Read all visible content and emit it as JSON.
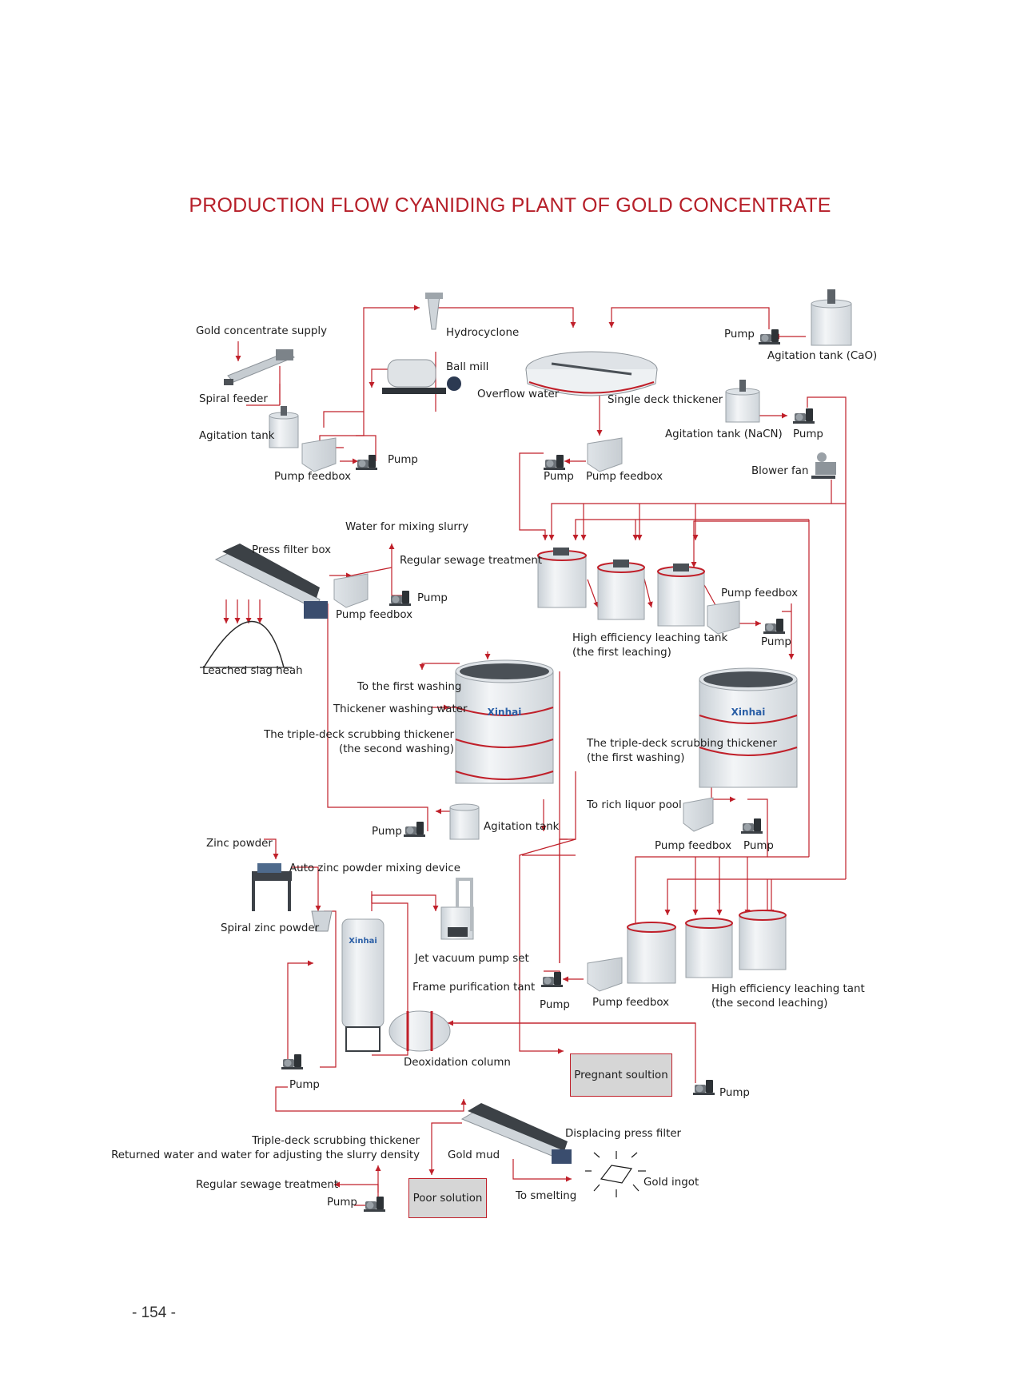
{
  "title": "PRODUCTION FLOW CYANIDING PLANT OF GOLD CONCENTRATE",
  "page_number": "- 154 -",
  "colors": {
    "title": "#b61f29",
    "flow_line": "#c0202a",
    "equipment": "#e6eaee",
    "box_fill": "#d6d6d6"
  },
  "brand_mark": "Xinhai",
  "labels": {
    "gold_concentrate_supply": "Gold concentrate supply",
    "hydrocyclone": "Hydrocyclone",
    "ball_mill": "Ball mill",
    "overflow_water": "Overflow water",
    "spiral_feeder": "Spiral feeder",
    "agitation_tank_1": "Agitation tank",
    "pump_feedbox_1": "Pump feedbox",
    "pump_1": "Pump",
    "pump_cao": "Pump",
    "agitation_tank_cao": "Agitation tank (CaO)",
    "single_deck_thickener": "Single deck thickener",
    "agitation_tank_nacn": "Agitation tank (NaCN)",
    "pump_nacn": "Pump",
    "blower_fan": "Blower fan",
    "pump_2": "Pump",
    "pump_feedbox_2": "Pump feedbox",
    "water_mixing_slurry": "Water for mixing slurry",
    "press_filter_box": "Press filter box",
    "regular_sewage_1": "Regular sewage treatment",
    "pump_3": "Pump",
    "pump_feedbox_3": "Pump feedbox",
    "leached_slag": "Leached slag heah",
    "pump_feedbox_4": "Pump feedbox",
    "pump_4": "Pump",
    "hel_tank_first_1": "High efficiency leaching tank",
    "hel_tank_first_2": "(the first leaching)",
    "to_first_washing": "To the first washing",
    "thickener_washing_water": "Thickener washing water",
    "triple_second_1": "The triple-deck scrubbing thickener",
    "triple_second_2": "(the second washing)",
    "triple_first_1": "The triple-deck scrubbing thickener",
    "triple_first_2": "(the first washing)",
    "to_rich_liquor": "To rich liquor pool",
    "pump_5": "Pump",
    "agitation_tank_2": "Agitation tank",
    "pump_feedbox_5": "Pump feedbox",
    "pump_6": "Pump",
    "zinc_powder": "Zinc powder",
    "auto_zinc_mixing": "Auto zinc powder mixing device",
    "spiral_zinc_powder": "Spiral zinc powder",
    "jet_vacuum": "Jet vacuum pump set",
    "frame_purification": "Frame purification tant",
    "pump_7": "Pump",
    "pump_feedbox_6": "Pump feedbox",
    "hel_tank_second_1": "High efficiency leaching tant",
    "hel_tank_second_2": "(the second leaching)",
    "deoxidation_column": "Deoxidation column",
    "pump_8": "Pump",
    "pregnant_solution": "Pregnant soultion",
    "pump_9": "Pump",
    "displacing_press_filter": "Displacing press filter",
    "triple_returned_1": "Triple-deck scrubbing thickener",
    "triple_returned_2": "Returned water and water for adjusting the slurry density",
    "gold_mud": "Gold mud",
    "gold_ingot": "Gold ingot",
    "regular_sewage_2": "Regular sewage treatment",
    "pump_10": "Pump",
    "poor_solution": "Poor solution",
    "to_smelting": "To smelting"
  }
}
